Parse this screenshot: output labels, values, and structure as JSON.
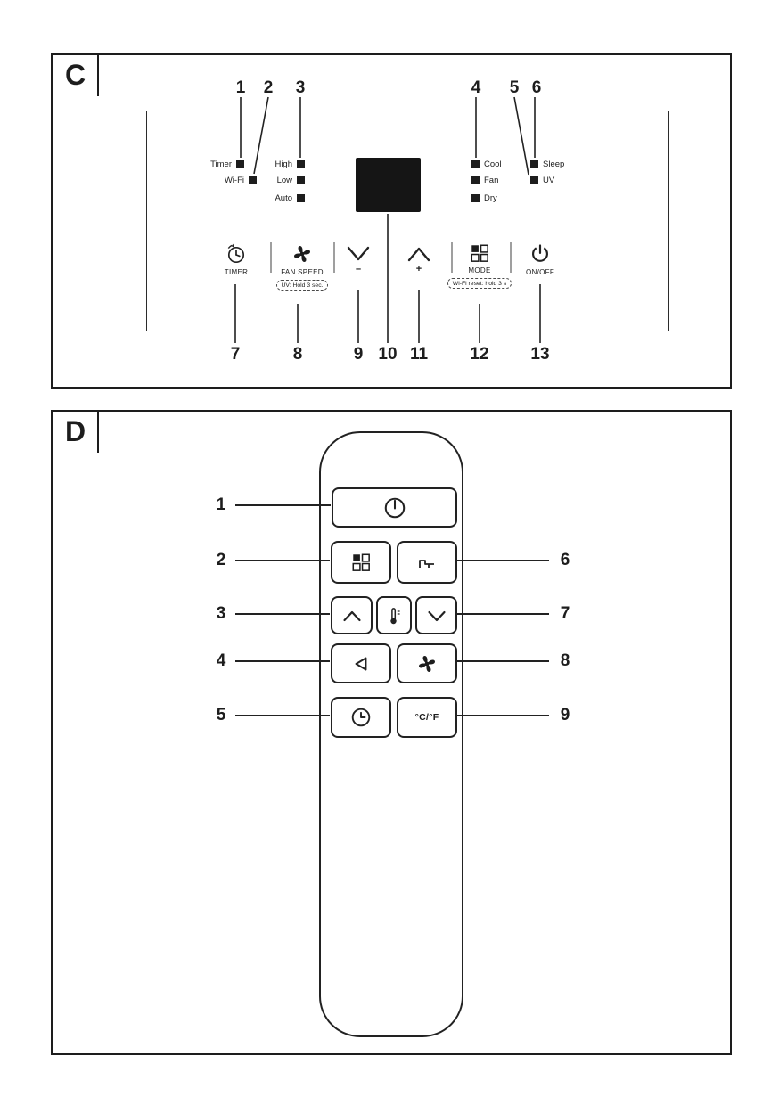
{
  "page": {
    "background": "#ffffff",
    "ink_color": "#1d1d1d"
  },
  "panel_c": {
    "label": "C",
    "top_callouts": [
      "1",
      "2",
      "3",
      "4",
      "5",
      "6"
    ],
    "bottom_callouts": [
      "7",
      "8",
      "9",
      "10",
      "11",
      "12",
      "13"
    ],
    "indicators": {
      "timer": "Timer",
      "wifi": "Wi-Fi",
      "high": "High",
      "low": "Low",
      "auto": "Auto",
      "cool": "Cool",
      "fan": "Fan",
      "dry": "Dry",
      "sleep": "Sleep",
      "uv": "UV"
    },
    "buttons": {
      "timer": {
        "label": "TIMER",
        "icon": "timer-clock-icon"
      },
      "fan_speed": {
        "label": "FAN SPEED",
        "note": "UV: Hold 3 sec.",
        "icon": "fan-blades-icon"
      },
      "minus": {
        "label": "–",
        "icon": "chevron-down-icon"
      },
      "plus": {
        "label": "+",
        "icon": "chevron-up-icon"
      },
      "mode": {
        "label": "MODE",
        "note": "Wi-Fi reset: hold 3 s",
        "icon": "mode-grid-icon"
      },
      "power": {
        "label": "ON/OFF",
        "icon": "power-icon"
      }
    }
  },
  "panel_d": {
    "label": "D",
    "left_callouts": [
      "1",
      "2",
      "3",
      "4",
      "5"
    ],
    "right_callouts": [
      "6",
      "7",
      "8",
      "9"
    ],
    "remote_buttons": {
      "power": {
        "icon": "power-circle-icon"
      },
      "mode": {
        "icon": "mode-grid-icon"
      },
      "sleep": {
        "icon": "sleep-steps-icon"
      },
      "temp_up": {
        "icon": "chevron-up-icon"
      },
      "thermometer": {
        "icon": "thermometer-icon"
      },
      "temp_down": {
        "icon": "chevron-down-icon"
      },
      "swing": {
        "icon": "swing-icon"
      },
      "fan": {
        "icon": "fan-blades-icon"
      },
      "timer": {
        "icon": "clock-icon"
      },
      "temp_unit": {
        "label": "°C/°F"
      }
    }
  }
}
